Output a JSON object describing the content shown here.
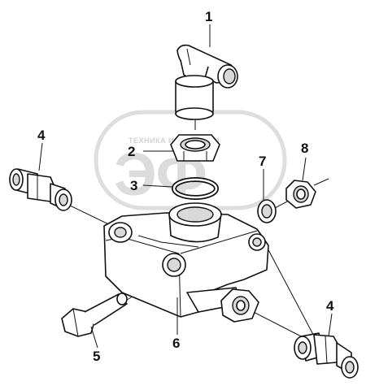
{
  "watermark": {
    "caption": "ТЕХНИКА И ЗАПЧАСТИ",
    "logo_letters": "ЭФ"
  },
  "callouts": [
    {
      "id": "1",
      "label": "1"
    },
    {
      "id": "2",
      "label": "2"
    },
    {
      "id": "3",
      "label": "3"
    },
    {
      "id": "4a",
      "label": "4"
    },
    {
      "id": "4b",
      "label": "4"
    },
    {
      "id": "5",
      "label": "5"
    },
    {
      "id": "6",
      "label": "6"
    },
    {
      "id": "7",
      "label": "7"
    },
    {
      "id": "8",
      "label": "8"
    }
  ],
  "colors": {
    "line": "#111111",
    "watermark": "#d2d2d2",
    "shade": "#d9d9d9"
  }
}
